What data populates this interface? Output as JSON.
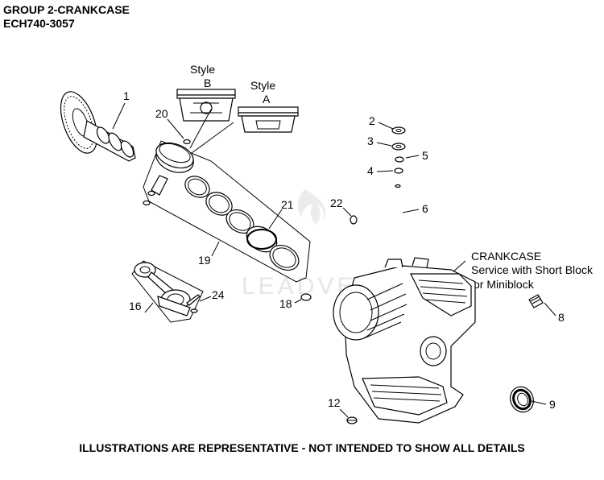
{
  "header": {
    "group": "GROUP 2-CRANKCASE",
    "model": "ECH740-3057"
  },
  "watermark": "LEADVENTURE",
  "styles": {
    "b_word": "Style",
    "b_letter": "B",
    "a_word": "Style",
    "a_letter": "A"
  },
  "callouts": {
    "c1": "1",
    "c2": "2",
    "c3": "3",
    "c4": "4",
    "c5": "5",
    "c6": "6",
    "c8": "8",
    "c9": "9",
    "c12": "12",
    "c16": "16",
    "c18": "18",
    "c19": "19",
    "c20": "20",
    "c21": "21",
    "c22": "22",
    "c24": "24"
  },
  "crankcase": {
    "title": "CRANKCASE",
    "line1": "Service with Short Block",
    "line2": "or Miniblock"
  },
  "footer": "ILLUSTRATIONS ARE REPRESENTATIVE - NOT INTENDED TO SHOW ALL DETAILS"
}
